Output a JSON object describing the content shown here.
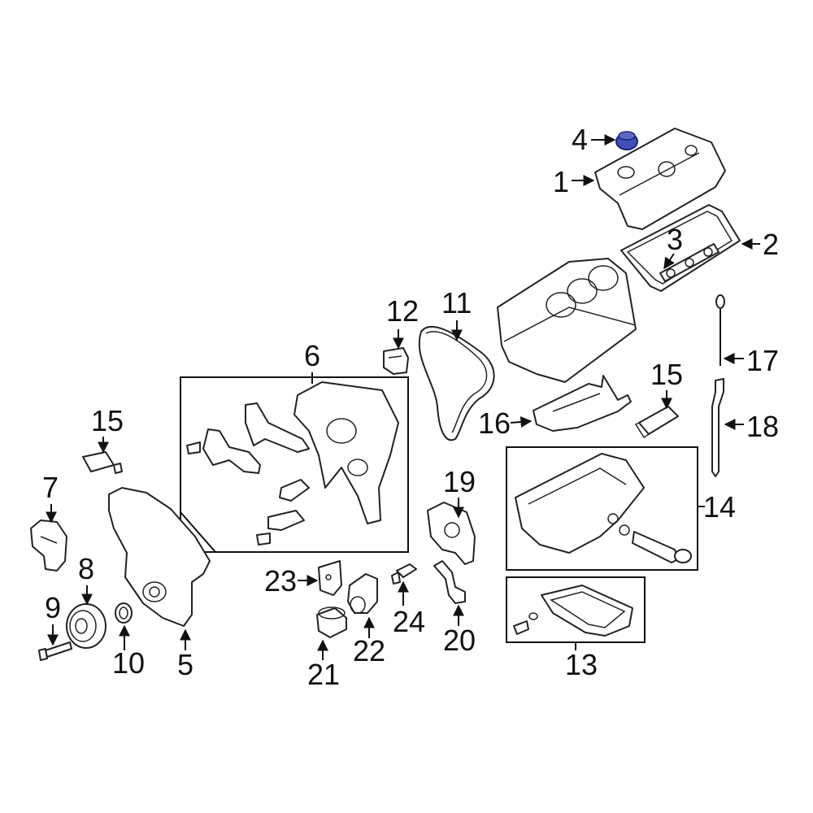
{
  "highlight_color": "#3f51b5",
  "callouts": {
    "c1": "1",
    "c2": "2",
    "c3": "3",
    "c4": "4",
    "c5": "5",
    "c6": "6",
    "c7": "7",
    "c8": "8",
    "c9": "9",
    "c10": "10",
    "c11": "11",
    "c12": "12",
    "c13": "13",
    "c14": "14",
    "c15a": "15",
    "c15b": "15",
    "c16": "16",
    "c17": "17",
    "c18": "18",
    "c19": "19",
    "c20": "20",
    "c21": "21",
    "c22": "22",
    "c23": "23",
    "c24": "24"
  }
}
